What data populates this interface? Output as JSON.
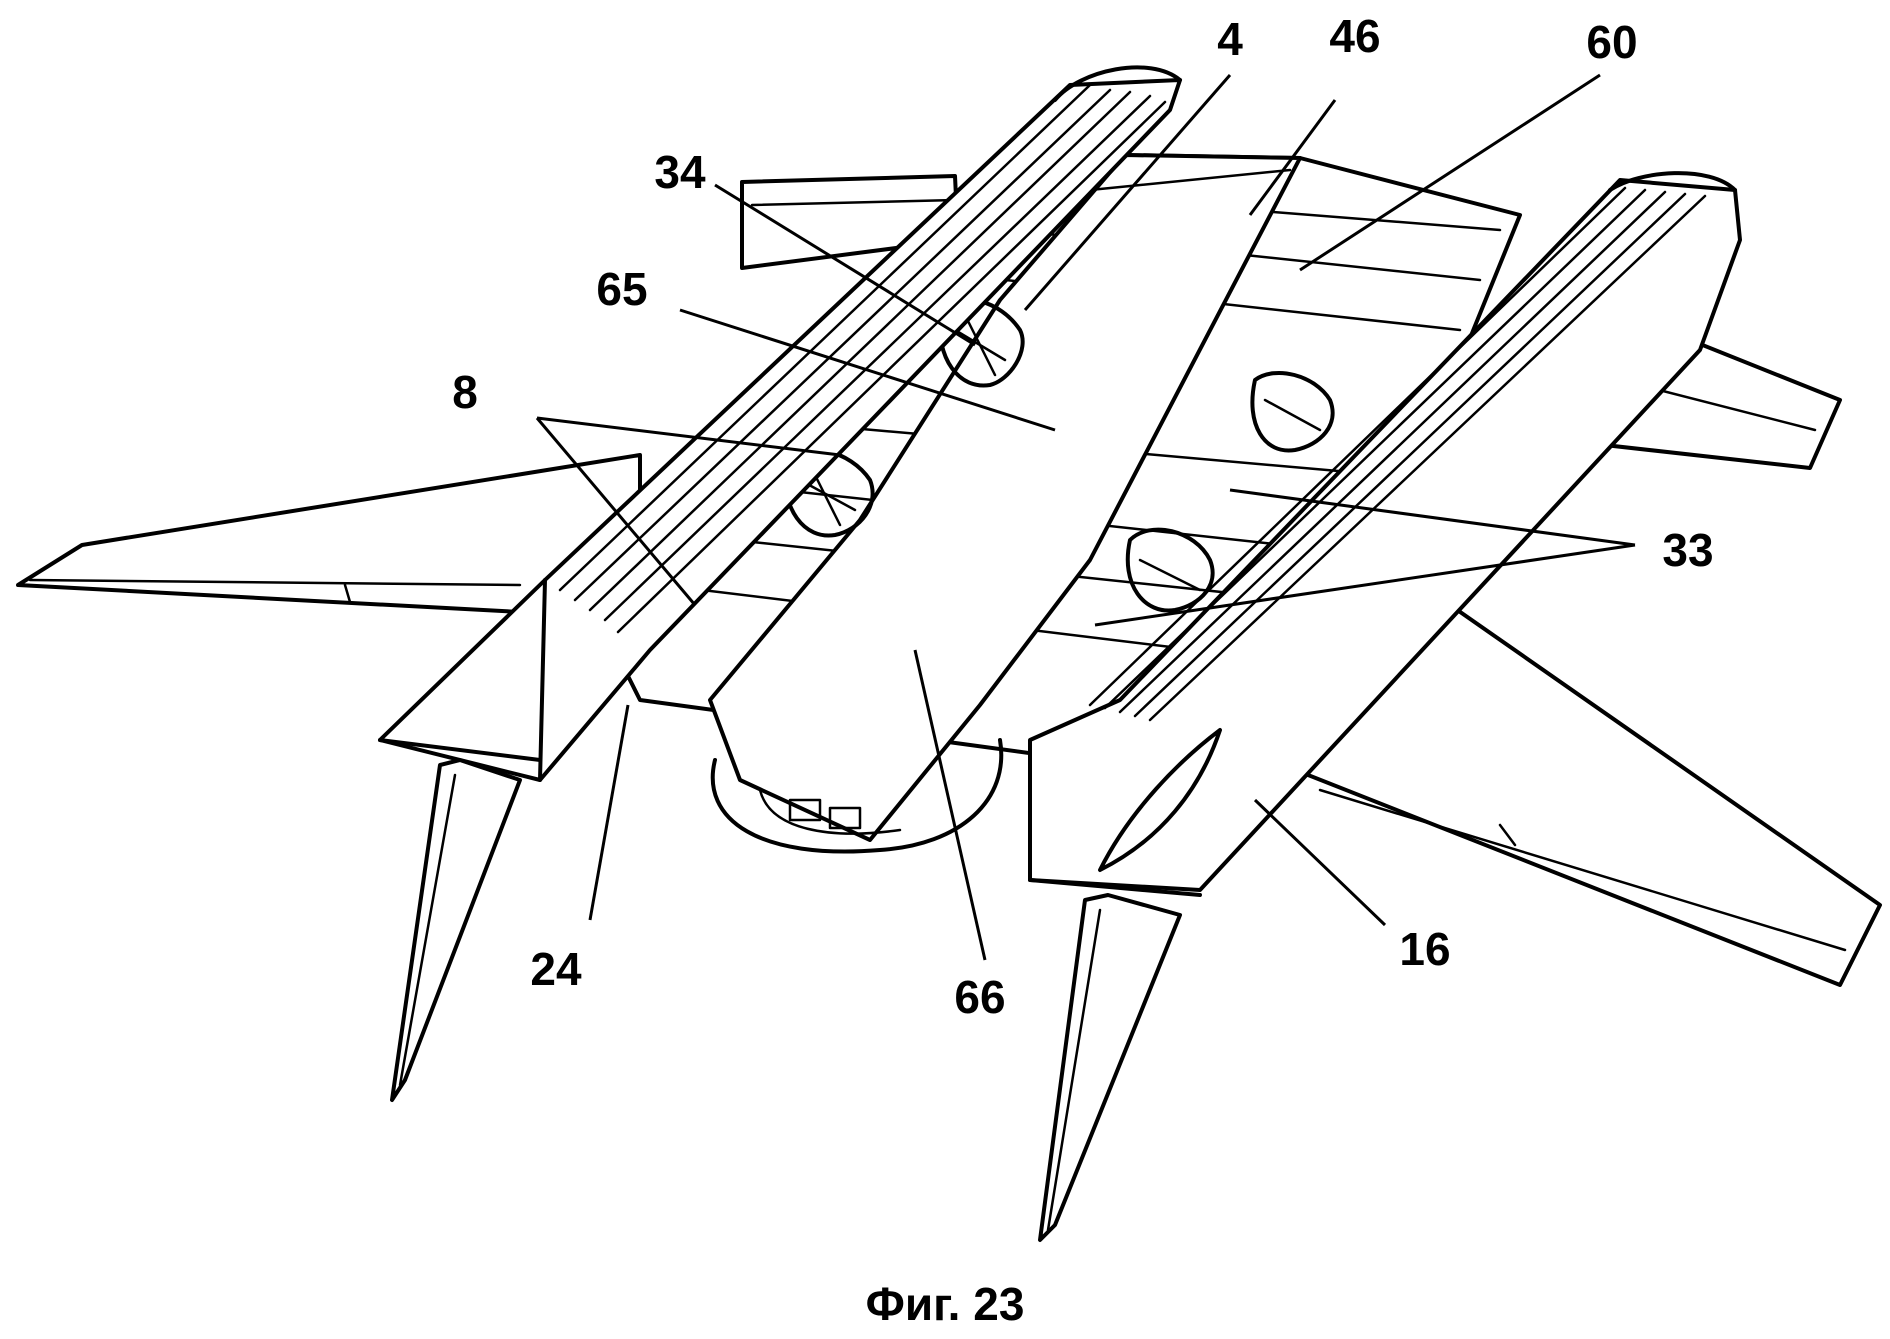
{
  "figure": {
    "caption": "Фиг. 23",
    "labels": [
      {
        "id": "4",
        "text": "4"
      },
      {
        "id": "46",
        "text": "46"
      },
      {
        "id": "60",
        "text": "60"
      },
      {
        "id": "34",
        "text": "34"
      },
      {
        "id": "65",
        "text": "65"
      },
      {
        "id": "8",
        "text": "8"
      },
      {
        "id": "33",
        "text": "33"
      },
      {
        "id": "24",
        "text": "24"
      },
      {
        "id": "66",
        "text": "66"
      },
      {
        "id": "16",
        "text": "16"
      }
    ]
  }
}
